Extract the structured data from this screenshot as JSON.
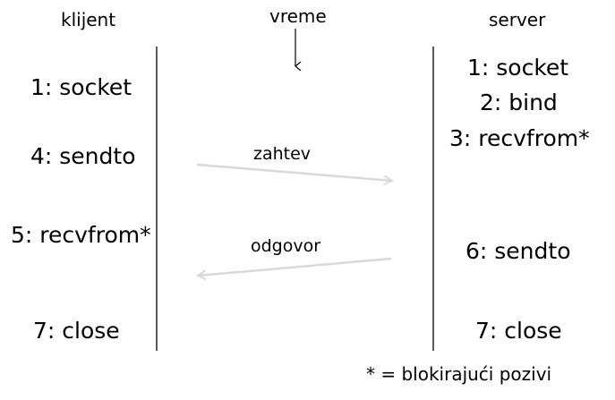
{
  "headers": {
    "client": "klijent",
    "time": "vreme",
    "server": "server"
  },
  "client_steps": [
    "1: socket",
    "4: sendto",
    "5: recvfrom*",
    "7: close"
  ],
  "server_steps": [
    "1: socket",
    "2: bind",
    "3: recvfrom*",
    "6: sendto",
    "7: close"
  ],
  "messages": {
    "request": "zahtev",
    "response": "odgovor"
  },
  "footnote": "* = blokirajući pozivi",
  "colors": {
    "timeline": "#000000",
    "message_arrow": "#d9d9d9",
    "text": "#000000"
  }
}
